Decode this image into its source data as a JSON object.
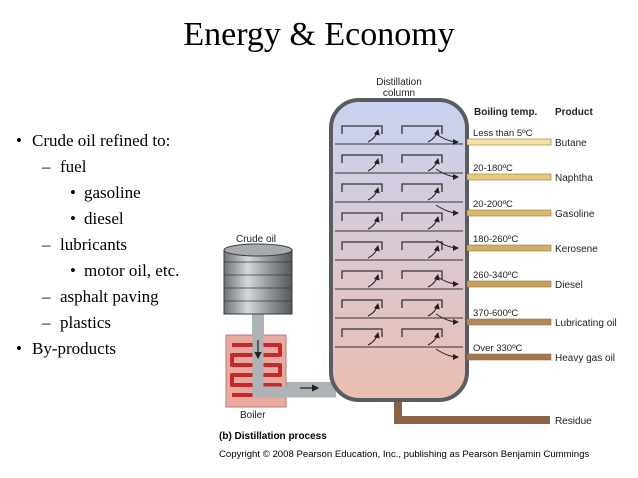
{
  "slide": {
    "title": "Energy & Economy"
  },
  "bullets": [
    {
      "level": 1,
      "marker": "•",
      "text": "Crude oil refined to:"
    },
    {
      "level": 2,
      "marker": "–",
      "text": "fuel"
    },
    {
      "level": 3,
      "marker": "•",
      "text": "gasoline"
    },
    {
      "level": 3,
      "marker": "•",
      "text": "diesel"
    },
    {
      "level": 2,
      "marker": "–",
      "text": "lubricants"
    },
    {
      "level": 3,
      "marker": "•",
      "text": "motor oil, etc."
    },
    {
      "level": 2,
      "marker": "–",
      "text": "asphalt paving"
    },
    {
      "level": 2,
      "marker": "–",
      "text": "plastics"
    },
    {
      "level": 1,
      "marker": "•",
      "text": "By-products"
    }
  ],
  "diagram": {
    "column_label_1": "Distillation",
    "column_label_2": "column",
    "header_boiling": "Boiling temp.",
    "header_product": "Product",
    "crude_oil_label": "Crude oil",
    "boiler_label": "Boiler",
    "caption": "(b) Distillation process",
    "copyright": "Copyright © 2008 Pearson Education, Inc., publishing as Pearson Benjamin Cummings",
    "fractions": [
      {
        "temp": "Less than 5ºC",
        "product": "Butane",
        "color": "#f3e3a2"
      },
      {
        "temp": "20-180ºC",
        "product": "Naphtha",
        "color": "#e8cb78"
      },
      {
        "temp": "20-200ºC",
        "product": "Gasoline",
        "color": "#dcb968"
      },
      {
        "temp": "180-260ºC",
        "product": "Kerosene",
        "color": "#d3ad62"
      },
      {
        "temp": "260-340ºC",
        "product": "Diesel",
        "color": "#c9a05a"
      },
      {
        "temp": "370-600ºC",
        "product": "Lubricating oil",
        "color": "#b38a55"
      },
      {
        "temp": "Over 330ºC",
        "product": "Heavy gas oil",
        "color": "#a0764a"
      },
      {
        "temp": "",
        "product": "Residue",
        "color": "#8a6245"
      }
    ],
    "colors": {
      "column_top": "#c9d3f2",
      "column_bottom": "#ecbdb2",
      "boiler_fill": "#e8a9a0",
      "coil": "#c22a2a",
      "pipe": "#aeb3b6",
      "residue_pipe": "#8a6245"
    }
  }
}
